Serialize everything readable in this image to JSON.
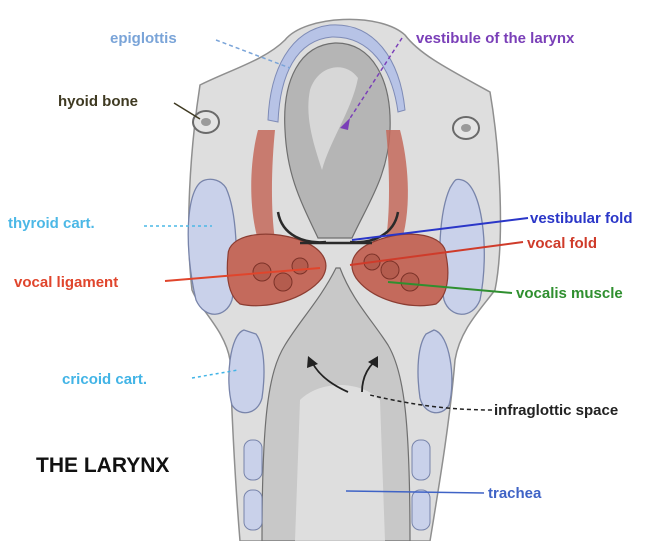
{
  "title": "THE LARYNX",
  "labels": {
    "epiglottis": "epiglottis",
    "vestibule": "vestibule of the larynx",
    "hyoid_bone": "hyoid bone",
    "thyroid_cart": "thyroid cart.",
    "vestibular_fold": "vestibular fold",
    "vocal_fold": "vocal fold",
    "vocal_ligament": "vocal ligament",
    "vocalis_muscle": "vocalis muscle",
    "cricoid_cart": "cricoid cart.",
    "infraglottic_space": "infraglottic space",
    "trachea": "trachea"
  },
  "colors": {
    "epiglottis": "#7aa4d8",
    "vestibule": "#7a3fb8",
    "hyoid_bone": "#3f3a22",
    "thyroid_cart": "#4cb8e6",
    "vestibular_fold": "#2a36c8",
    "vocal_fold": "#cf3b2a",
    "vocal_ligament": "#e0452c",
    "vocalis_muscle": "#2f8f2f",
    "cricoid_cart": "#42b4e6",
    "infraglottic_space": "#222222",
    "trachea": "#3f63c6",
    "title": "#111111",
    "tissue": "#dedede",
    "airway": "#b5b5b5",
    "cartilage": "#c9d1ea",
    "muscle": "#c46a5c"
  }
}
